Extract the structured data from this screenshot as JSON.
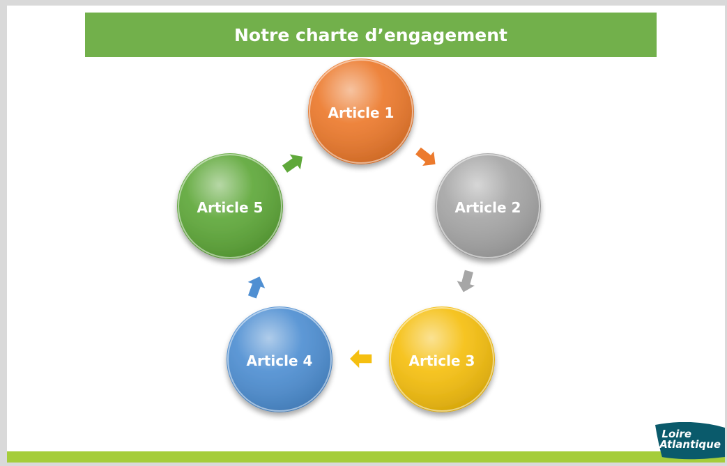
{
  "title": "Notre charte d’engagement",
  "articles": [
    {
      "label": "Article 1",
      "color": "#ec7a2d"
    },
    {
      "label": "Article 2",
      "color": "#a6a6a6"
    },
    {
      "label": "Article 3",
      "color": "#f5bf10"
    },
    {
      "label": "Article 4",
      "color": "#4f8fd2"
    },
    {
      "label": "Article 5",
      "color": "#5fa83a"
    }
  ],
  "logo": {
    "line1": "Loire",
    "line2": "Atlantique",
    "color": "#0a5a6b"
  },
  "colors": {
    "title_bar": "#72b04b",
    "bottom_band": "#a5cd3a"
  },
  "icons": [
    "arrow-right-down-icon",
    "arrow-down-icon",
    "arrow-left-icon",
    "arrow-up-icon",
    "arrow-up-right-icon"
  ]
}
